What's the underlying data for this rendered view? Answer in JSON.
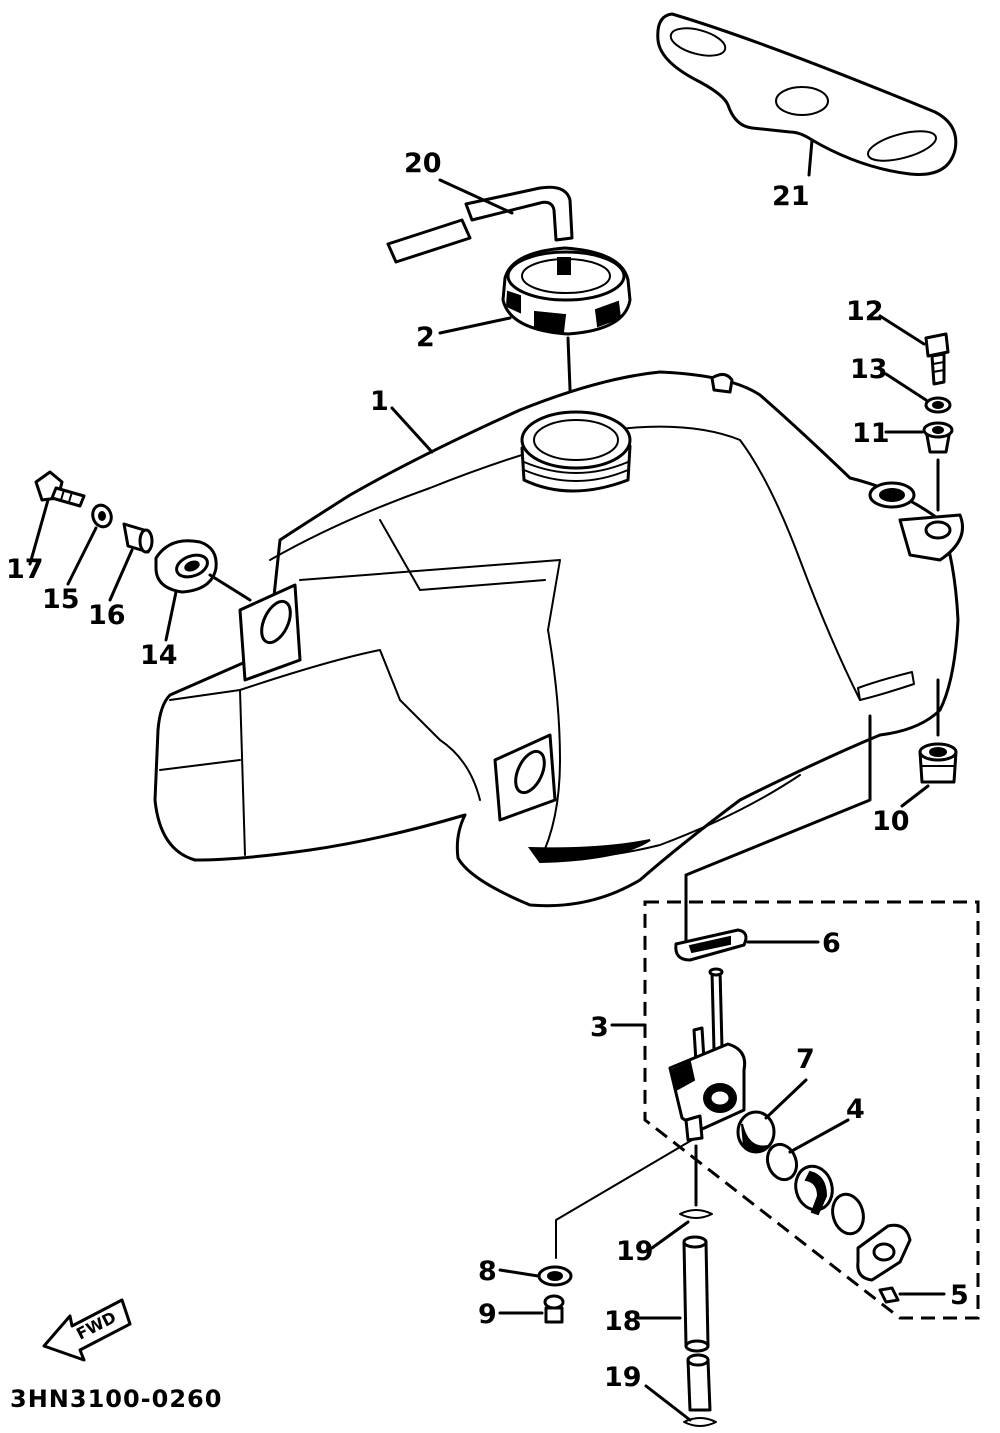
{
  "diagram": {
    "drawing_code": "3HN3100-0260",
    "direction_label": "FWD",
    "callouts": [
      {
        "id": "c1",
        "label": "1"
      },
      {
        "id": "c2",
        "label": "2"
      },
      {
        "id": "c3",
        "label": "3"
      },
      {
        "id": "c4",
        "label": "4"
      },
      {
        "id": "c5",
        "label": "5"
      },
      {
        "id": "c6",
        "label": "6"
      },
      {
        "id": "c7",
        "label": "7"
      },
      {
        "id": "c8",
        "label": "8"
      },
      {
        "id": "c9",
        "label": "9"
      },
      {
        "id": "c10",
        "label": "10"
      },
      {
        "id": "c11",
        "label": "11"
      },
      {
        "id": "c12",
        "label": "12"
      },
      {
        "id": "c13",
        "label": "13"
      },
      {
        "id": "c14",
        "label": "14"
      },
      {
        "id": "c15",
        "label": "15"
      },
      {
        "id": "c16",
        "label": "16"
      },
      {
        "id": "c17",
        "label": "17"
      },
      {
        "id": "c18",
        "label": "18"
      },
      {
        "id": "c19a",
        "label": "19"
      },
      {
        "id": "c19b",
        "label": "19"
      },
      {
        "id": "c20",
        "label": "20"
      },
      {
        "id": "c21",
        "label": "21"
      }
    ]
  }
}
